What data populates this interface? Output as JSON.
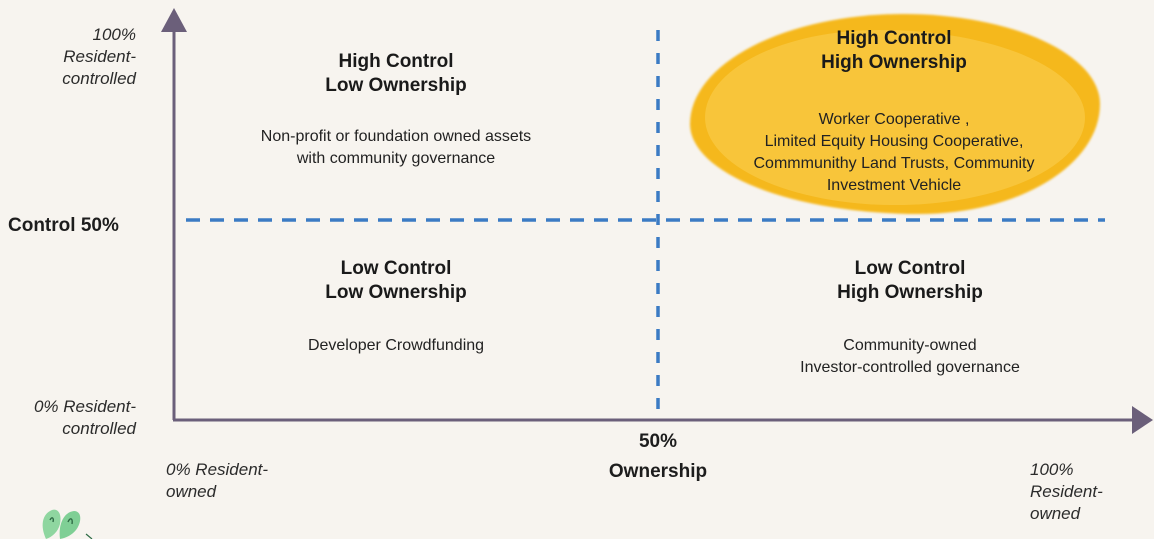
{
  "y_axis": {
    "top_label": "100% Resident-controlled",
    "bottom_label": "0% Resident-controlled",
    "mid_label": "Control  50%"
  },
  "x_axis": {
    "left_label": "0% Resident-owned",
    "right_label": "100% Resident-owned",
    "mid_label_line1": "50%",
    "mid_label_line2": "Ownership"
  },
  "quadrants": {
    "top_left": {
      "title_line1": "High Control",
      "title_line2": "Low Ownership",
      "desc_line1": "Non-profit or foundation owned assets",
      "desc_line2": "with community governance"
    },
    "top_right": {
      "title_line1": "High Control",
      "title_line2": "High Ownership",
      "desc_line1": "Worker Cooperative ,",
      "desc_line2": "Limited Equity Housing Cooperative,",
      "desc_line3": "Commmunithy Land Trusts, Community",
      "desc_line4": "Investment Vehicle",
      "highlight_color": "#f5b81c"
    },
    "bottom_left": {
      "title_line1": "Low Control",
      "title_line2": "Low Ownership",
      "desc_line1": "Developer Crowdfunding"
    },
    "bottom_right": {
      "title_line1": "Low Control",
      "title_line2": "High Ownership",
      "desc_line1": "Community-owned",
      "desc_line2": "Investor-controlled governance"
    }
  },
  "colors": {
    "axis": "#6b5f7a",
    "divider": "#3b7bc4",
    "highlight": "#f5b81c",
    "background": "#f7f4ef"
  },
  "logo_icon": "sprout-logo-icon"
}
